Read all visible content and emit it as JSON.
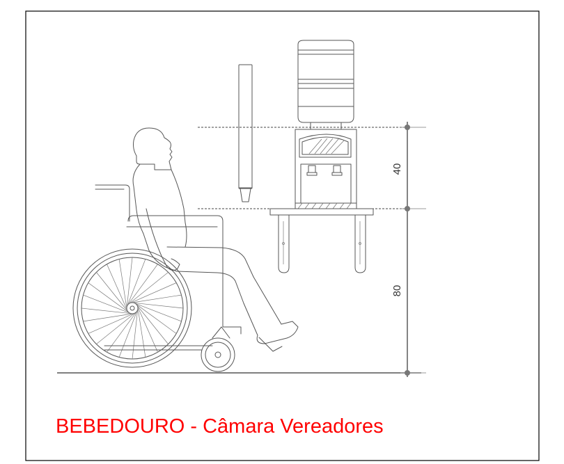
{
  "title": "BEBEDOURO - Câmara Vereadores",
  "dimensions": {
    "upper": "40",
    "lower": "80"
  },
  "colors": {
    "title": "#ff0000",
    "lines": "#555555"
  }
}
